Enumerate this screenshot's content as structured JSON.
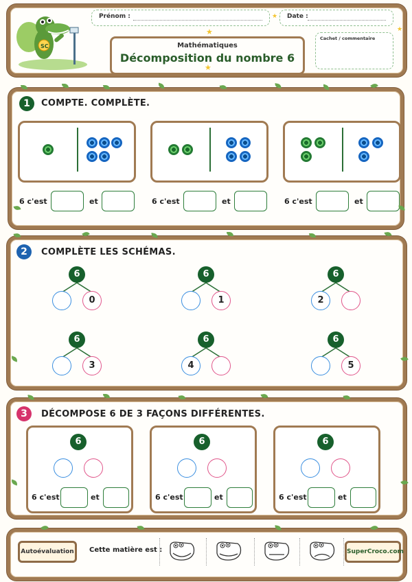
{
  "header": {
    "prenom_label": "Prénom :",
    "date_label": "Date :",
    "cachet_label": "Cachet / commentaire",
    "subject": "Mathématiques",
    "title": "Décomposition du nombre 6"
  },
  "sections": [
    {
      "number": "1",
      "title": "COMPTE. COMPLÈTE.",
      "color": "#17602c"
    },
    {
      "number": "2",
      "title": "COMPLÈTE LES SCHÉMAS.",
      "color": "#1e63b0"
    },
    {
      "number": "3",
      "title": "DÉCOMPOSE 6 DE 3 FAÇONS DIFFÉRENTES.",
      "color": "#d6336c"
    }
  ],
  "exercise1": {
    "phrase_start": "6 c'est",
    "phrase_and": "et",
    "cards": [
      {
        "green": 1,
        "blue": 5
      },
      {
        "green": 2,
        "blue": 4
      },
      {
        "green": 3,
        "blue": 3
      }
    ]
  },
  "exercise2": {
    "top": "6",
    "schemas": [
      {
        "left": "",
        "right": "0"
      },
      {
        "left": "",
        "right": "1"
      },
      {
        "left": "2",
        "right": ""
      },
      {
        "left": "",
        "right": "3"
      },
      {
        "left": "4",
        "right": ""
      },
      {
        "left": "",
        "right": "5"
      }
    ]
  },
  "exercise3": {
    "top": "6",
    "phrase_start": "6 c'est",
    "phrase_and": "et"
  },
  "footer": {
    "self_eval": "Autoévaluation",
    "matter_label": "Cette matière est :",
    "brand": "SuperCroco.com"
  }
}
